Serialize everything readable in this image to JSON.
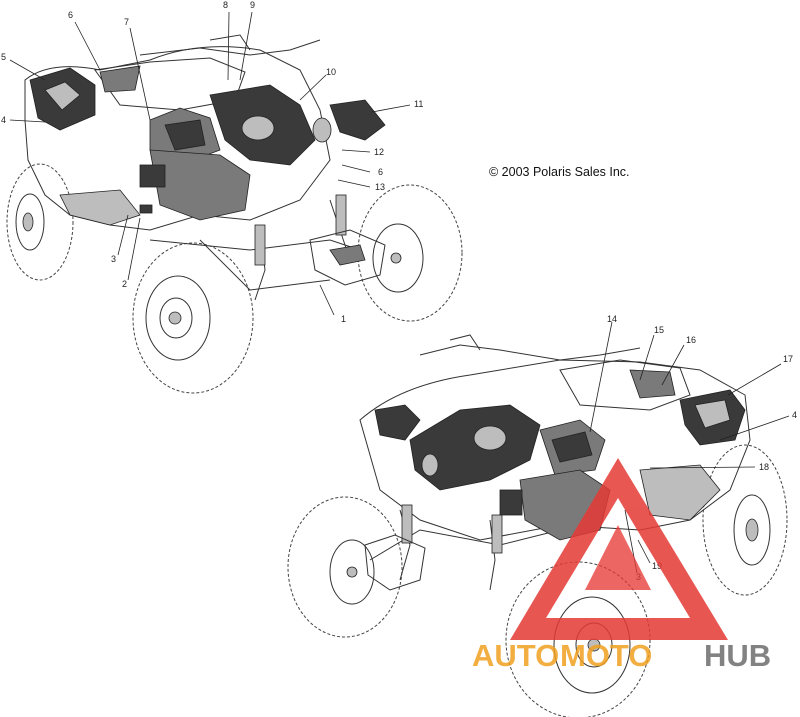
{
  "copyright": "© 2003 Polaris Sales Inc.",
  "callouts": [
    "1",
    "2",
    "3",
    "4",
    "5",
    "6",
    "7",
    "8",
    "9",
    "10",
    "11",
    "12",
    "6",
    "13",
    "14",
    "15",
    "16",
    "17",
    "4",
    "18",
    "3",
    "19"
  ],
  "watermark": {
    "part1": "AUTO",
    "part2": "MOTO",
    "part3": "HUB"
  },
  "colors": {
    "watermark_red": "#e53935",
    "watermark_orange": "#f0a020",
    "watermark_gray": "#6d6d6d",
    "line": "#222222"
  }
}
